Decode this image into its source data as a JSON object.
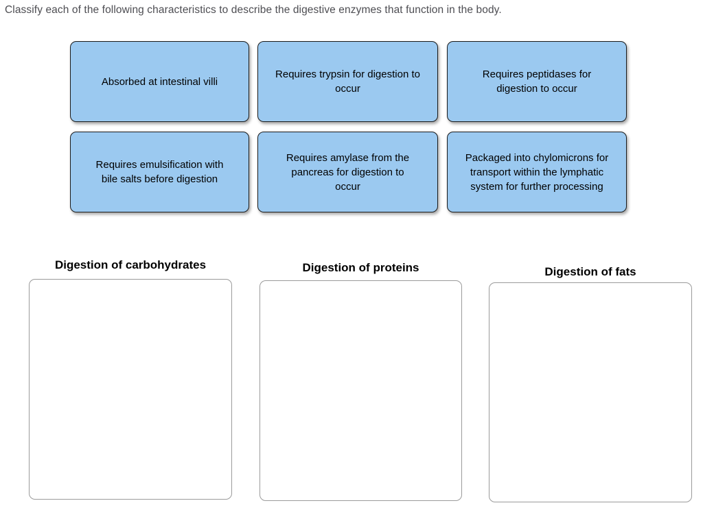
{
  "instruction": "Classify each of the following characteristics to describe the digestive enzymes that function in the body.",
  "cards": [
    {
      "label": "Absorbed at intestinal villi"
    },
    {
      "label": "Requires trypsin for digestion to occur"
    },
    {
      "label": "Requires peptidases for digestion to occur"
    },
    {
      "label": "Requires emulsification with bile salts before digestion"
    },
    {
      "label": "Requires amylase from the pancreas for digestion to occur"
    },
    {
      "label": "Packaged into chylomicrons for transport within the lymphatic system for further processing"
    }
  ],
  "categories": [
    {
      "label": "Digestion of carbohydrates",
      "items": []
    },
    {
      "label": "Digestion of proteins",
      "items": []
    },
    {
      "label": "Digestion of fats",
      "items": []
    }
  ],
  "colors": {
    "card_fill": "#9bc9f0",
    "card_border": "#1a1a1a",
    "dropzone_border": "#9a9a9a",
    "instruction_text": "#4d4d52",
    "header_text": "#000000"
  }
}
